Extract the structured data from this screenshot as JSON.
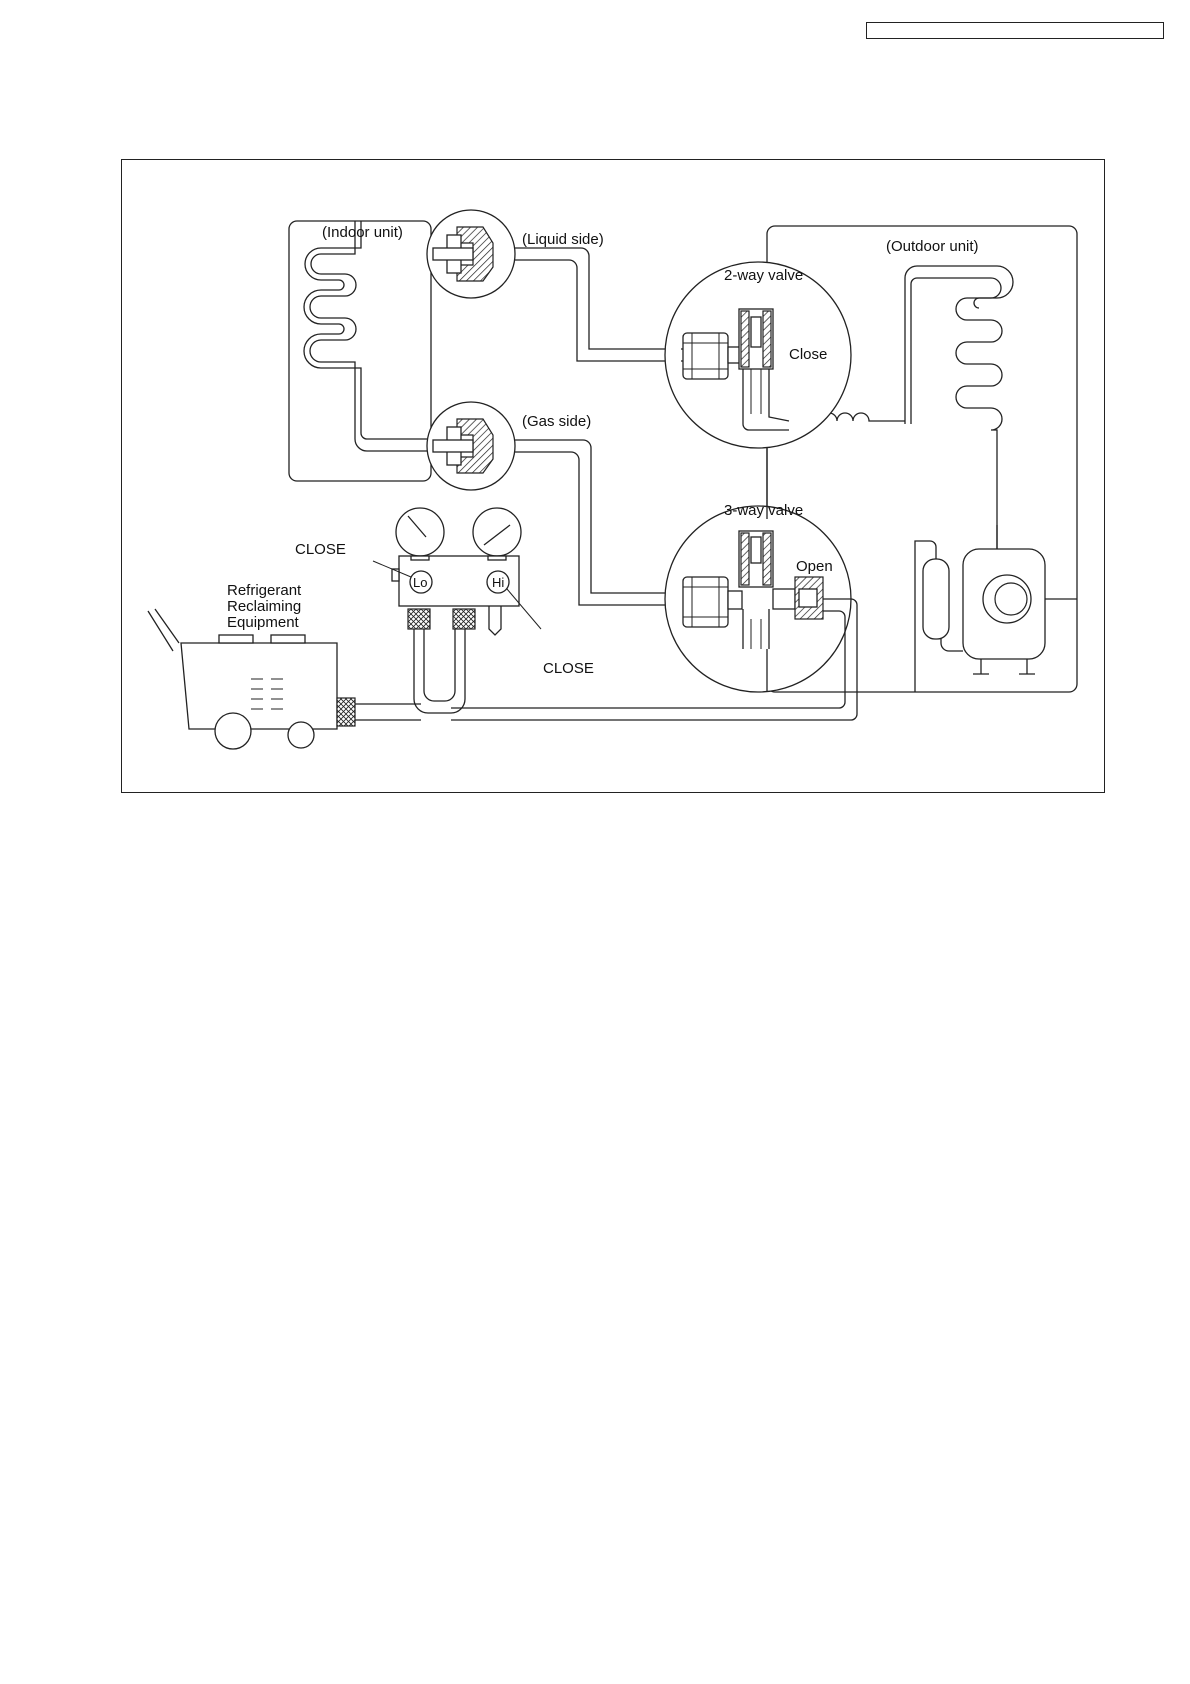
{
  "labels": {
    "indoor_unit": "(Indoor unit)",
    "liquid_side": "(Liquid side)",
    "gas_side": "(Gas side)",
    "outdoor_unit": "(Outdoor unit)",
    "two_way_valve": "2-way valve",
    "two_way_state": "Close",
    "three_way_valve": "3-way valve",
    "three_way_state": "Open",
    "lo_close": "CLOSE",
    "hi_close": "CLOSE",
    "lo_gauge": "Lo",
    "hi_gauge": "Hi",
    "reclaim_line1": "Refrigerant",
    "reclaim_line2": "Reclaiming",
    "reclaim_line3": "Equipment"
  }
}
